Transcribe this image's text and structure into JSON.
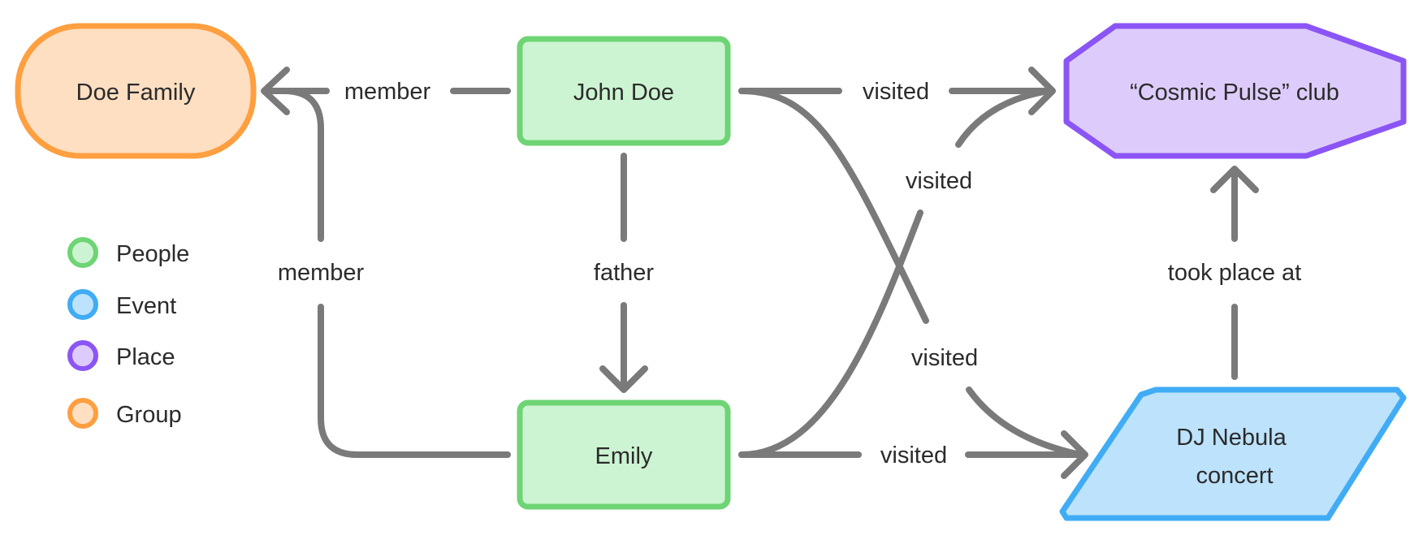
{
  "nodes": {
    "doe_family": {
      "label": "Doe Family",
      "color": "#FF9F40",
      "fill": "#FFDFC2"
    },
    "john_doe": {
      "label": "John Doe",
      "color": "#6ED474",
      "fill": "#CDF4D2"
    },
    "emily": {
      "label": "Emily",
      "color": "#6ED474",
      "fill": "#CDF4D2"
    },
    "cosmic_pulse": {
      "label": "“Cosmic Pulse” club",
      "color": "#8B55F5",
      "fill": "#DDCCFB"
    },
    "dj_nebula": {
      "label_line1": "DJ Nebula",
      "label_line2": "concert",
      "color": "#40ACF5",
      "fill": "#BDE2FC"
    }
  },
  "edges": {
    "john_member": "member",
    "emily_member": "member",
    "father": "father",
    "john_visited_club": "visited",
    "emily_visited_club": "visited",
    "john_visited_concert": "visited",
    "emily_visited_concert": "visited",
    "took_place_at": "took place at"
  },
  "legend": [
    {
      "label": "People",
      "color": "#6ED474",
      "fill": "#CDF4D2"
    },
    {
      "label": "Event",
      "color": "#40ACF5",
      "fill": "#BDE2FC"
    },
    {
      "label": "Place",
      "color": "#8B55F5",
      "fill": "#DDCCFB"
    },
    {
      "label": "Group",
      "color": "#FF9F40",
      "fill": "#FFDFC2"
    }
  ]
}
